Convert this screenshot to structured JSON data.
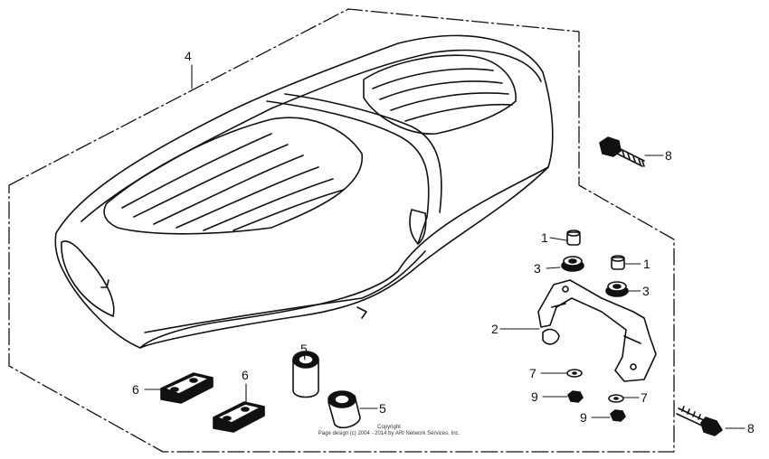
{
  "parts": {
    "seat": "4",
    "bracket": "2",
    "cushion_a": "1",
    "cushion_b": "1",
    "grommet_a": "3",
    "grommet_b": "3",
    "bolt_top": "8",
    "bolt_bottom": "8",
    "damper_a": "5",
    "damper_b": "5",
    "pad_a": "6",
    "pad_b": "6",
    "washer_a": "7",
    "washer_b": "7",
    "nut_a": "9",
    "nut_b": "9"
  },
  "copyright": {
    "line1": "Copyright",
    "line2": "Page design (c) 2004 - 2014 by ARI Network Services, Inc."
  },
  "colors": {
    "ink": "#111111",
    "background": "#ffffff"
  }
}
